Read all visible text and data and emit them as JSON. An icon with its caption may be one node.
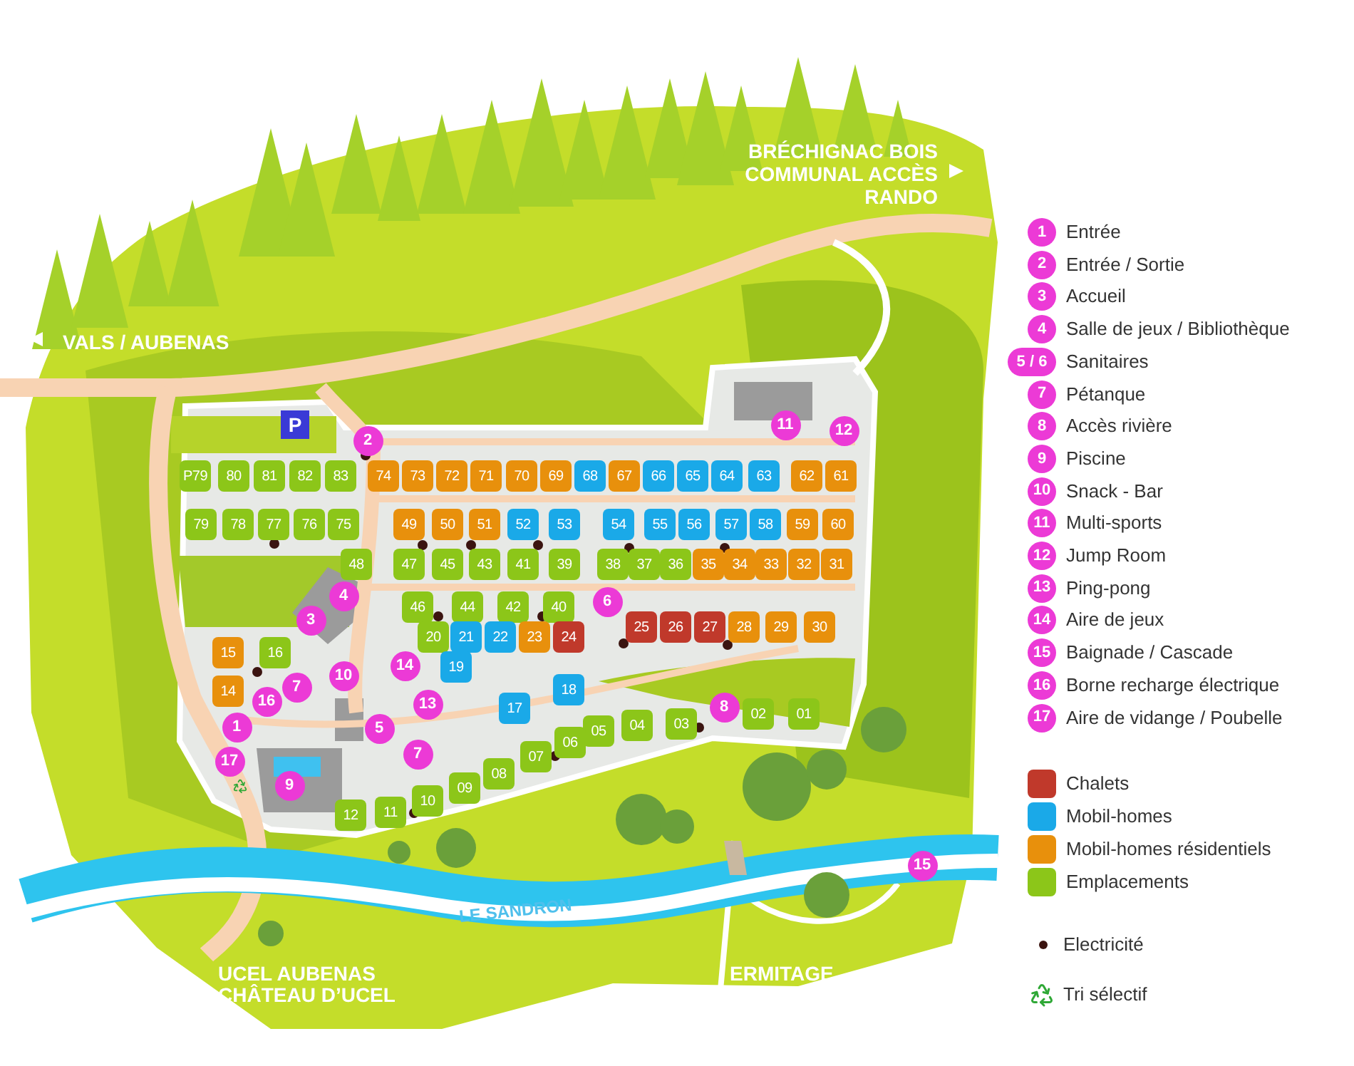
{
  "diagram": {
    "nodes": [
      {
        "text": [
          "P"
        ]
      },
      {
        "text": [
          "P79"
        ]
      },
      {
        "text": [
          "80"
        ]
      },
      {
        "text": [
          "81"
        ]
      },
      {
        "text": [
          "82"
        ]
      },
      {
        "text": [
          "83"
        ]
      },
      {
        "text": [
          "74"
        ]
      },
      {
        "text": [
          "73"
        ]
      },
      {
        "text": [
          "72"
        ]
      },
      {
        "text": [
          "71"
        ]
      },
      {
        "text": [
          "70"
        ]
      },
      {
        "text": [
          "69"
        ]
      },
      {
        "text": [
          "68"
        ]
      },
      {
        "text": [
          "67"
        ]
      },
      {
        "text": [
          "66"
        ]
      },
      {
        "text": [
          "65"
        ]
      },
      {
        "text": [
          "64"
        ]
      },
      {
        "text": [
          "63"
        ]
      },
      {
        "text": [
          "62"
        ]
      },
      {
        "text": [
          "61"
        ]
      },
      {
        "text": [
          "79"
        ]
      },
      {
        "text": [
          "78"
        ]
      },
      {
        "text": [
          "77"
        ]
      },
      {
        "text": [
          "76"
        ]
      },
      {
        "text": [
          "75"
        ]
      },
      {
        "text": [
          "49"
        ]
      },
      {
        "text": [
          "50"
        ]
      },
      {
        "text": [
          "51"
        ]
      },
      {
        "text": [
          "52"
        ]
      },
      {
        "text": [
          "53"
        ]
      },
      {
        "text": [
          "54"
        ]
      },
      {
        "text": [
          "55"
        ]
      },
      {
        "text": [
          "56"
        ]
      },
      {
        "text": [
          "57"
        ]
      },
      {
        "text": [
          "58"
        ]
      },
      {
        "text": [
          "59"
        ]
      },
      {
        "text": [
          "60"
        ]
      },
      {
        "text": [
          "48"
        ]
      },
      {
        "text": [
          "47"
        ]
      },
      {
        "text": [
          "45"
        ]
      },
      {
        "text": [
          "43"
        ]
      },
      {
        "text": [
          "41"
        ]
      },
      {
        "text": [
          "39"
        ]
      },
      {
        "text": [
          "38"
        ]
      },
      {
        "text": [
          "37"
        ]
      },
      {
        "text": [
          "36"
        ]
      },
      {
        "text": [
          "35"
        ]
      },
      {
        "text": [
          "34"
        ]
      },
      {
        "text": [
          "33"
        ]
      },
      {
        "text": [
          "32"
        ]
      },
      {
        "text": [
          "31"
        ]
      },
      {
        "text": [
          "46"
        ]
      },
      {
        "text": [
          "44"
        ]
      },
      {
        "text": [
          "42"
        ]
      },
      {
        "text": [
          "40"
        ]
      },
      {
        "text": [
          "15"
        ]
      },
      {
        "text": [
          "16"
        ]
      },
      {
        "text": [
          "20"
        ]
      },
      {
        "text": [
          "21"
        ]
      },
      {
        "text": [
          "22"
        ]
      },
      {
        "text": [
          "23"
        ]
      },
      {
        "text": [
          "24"
        ]
      },
      {
        "text": [
          "25"
        ]
      },
      {
        "text": [
          "26"
        ]
      },
      {
        "text": [
          "27"
        ]
      },
      {
        "text": [
          "28"
        ]
      },
      {
        "text": [
          "29"
        ]
      },
      {
        "text": [
          "30"
        ]
      },
      {
        "text": [
          "14"
        ]
      },
      {
        "text": [
          "19"
        ]
      },
      {
        "text": [
          "18"
        ]
      },
      {
        "text": [
          "17"
        ]
      },
      {
        "text": [
          "02"
        ]
      },
      {
        "text": [
          "01"
        ]
      },
      {
        "text": [
          "03"
        ]
      },
      {
        "text": [
          "04"
        ]
      },
      {
        "text": [
          "05"
        ]
      },
      {
        "text": [
          "06"
        ]
      },
      {
        "text": [
          "07"
        ]
      },
      {
        "text": [
          "08"
        ]
      },
      {
        "text": [
          "09"
        ]
      },
      {
        "text": [
          "10"
        ]
      },
      {
        "text": [
          "11"
        ]
      },
      {
        "text": [
          "12"
        ]
      },
      {
        "text": [
          "2"
        ]
      },
      {
        "text": [
          "11"
        ]
      },
      {
        "text": [
          "12"
        ]
      },
      {
        "text": [
          "3"
        ]
      },
      {
        "text": [
          "4"
        ]
      },
      {
        "text": [
          "6"
        ]
      },
      {
        "text": [
          "10"
        ]
      },
      {
        "text": [
          "14"
        ]
      },
      {
        "text": [
          "7"
        ]
      },
      {
        "text": [
          "16"
        ]
      },
      {
        "text": [
          "13"
        ]
      },
      {
        "text": [
          "1"
        ]
      },
      {
        "text": [
          "5"
        ]
      },
      {
        "text": [
          "8"
        ]
      },
      {
        "text": [
          "7"
        ]
      },
      {
        "text": [
          "17"
        ]
      },
      {
        "text": [
          "9"
        ]
      },
      {
        "text": [
          "15"
        ]
      },
      {
        "text": [
          "1"
        ],
        "beside": [
          "Entrée"
        ]
      },
      {
        "text": [
          "2"
        ],
        "beside": [
          "Entrée / Sortie"
        ]
      },
      {
        "text": [
          "3"
        ],
        "beside": [
          "Accueil"
        ]
      },
      {
        "text": [
          "4"
        ],
        "beside": [
          "Salle de jeux / Bibliothèque"
        ]
      },
      {
        "text": [
          "5 / 6"
        ],
        "beside": [
          "Sanitaires"
        ]
      },
      {
        "text": [
          "7"
        ],
        "beside": [
          "Pétanque"
        ]
      },
      {
        "text": [
          "8"
        ],
        "beside": [
          "Accès rivière"
        ]
      },
      {
        "text": [
          "9"
        ],
        "beside": [
          "Piscine"
        ]
      },
      {
        "text": [
          "10"
        ],
        "beside": [
          "Snack - Bar"
        ]
      },
      {
        "text": [
          "11"
        ],
        "beside": [
          "Multi-sports"
        ]
      },
      {
        "text": [
          "12"
        ],
        "beside": [
          "Jump Room"
        ]
      },
      {
        "text": [
          "13"
        ],
        "beside": [
          "Ping-pong"
        ]
      },
      {
        "text": [
          "14"
        ],
        "beside": [
          "Aire de jeux"
        ]
      },
      {
        "text": [
          "15"
        ],
        "beside": [
          "Baignade / Cascade"
        ]
      },
      {
        "text": [
          "16"
        ],
        "beside": [
          "Borne recharge électrique"
        ]
      },
      {
        "text": [
          "17"
        ],
        "beside": [
          "Aire de vidange / Poubelle"
        ]
      }
    ],
    "labels": [
      "BRÉCHIGNAC BOIS COMMUNAL ACCÈS RANDO",
      "VALS / AUBENAS",
      "LE SANDRON",
      "UCEL AUBENAS CHÂTEAU D’UCEL",
      "ERMITAGE"
    ],
    "legend": [
      {
        "text": "Chalets",
        "color": "#c0392b"
      },
      {
        "text": "Mobil-homes",
        "color": "#1aa9e8"
      },
      {
        "text": "Mobil-homes résidentiels",
        "color": "#e8900c"
      },
      {
        "text": "Emplacements",
        "color": "#8cc619"
      },
      {
        "text": "Electricité"
      },
      {
        "text": "Tri sélectif"
      }
    ]
  }
}
